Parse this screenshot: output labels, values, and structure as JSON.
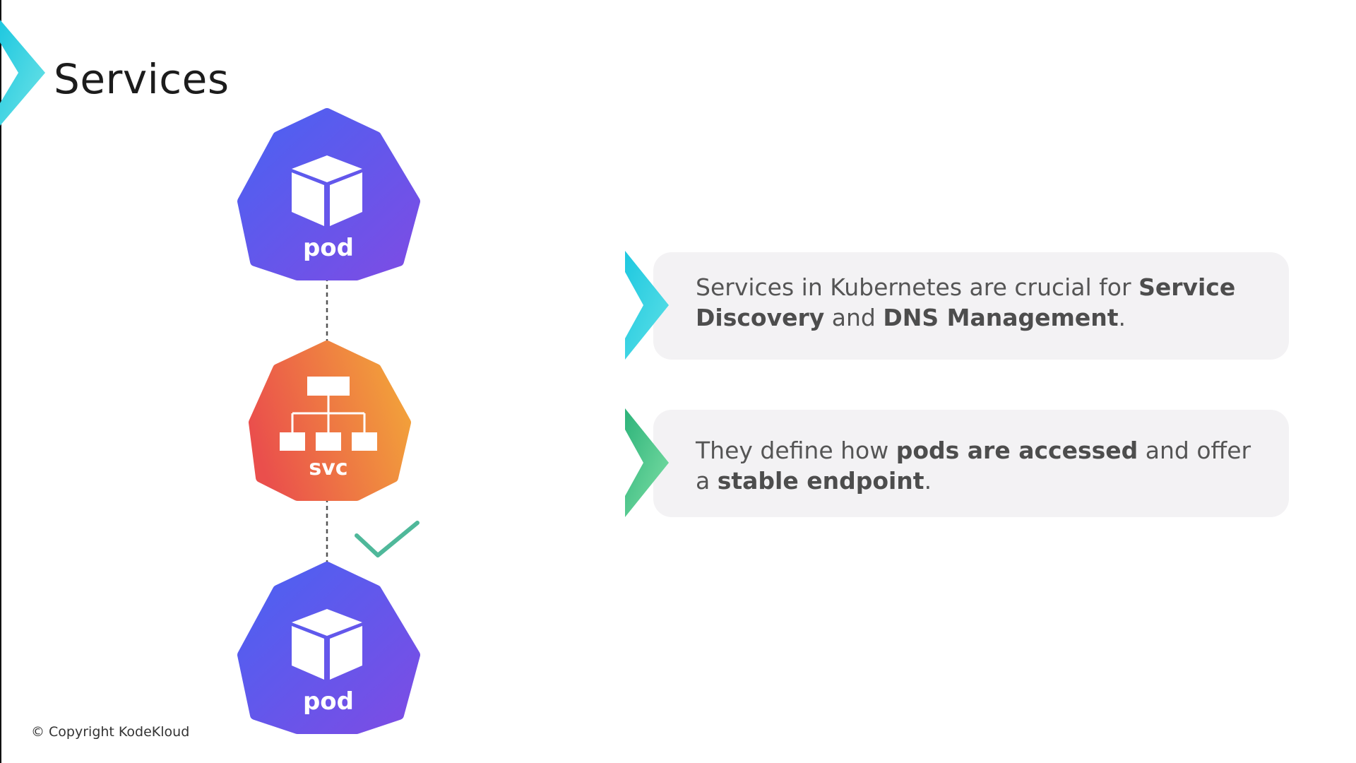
{
  "slide": {
    "title": "Services"
  },
  "diagram": {
    "nodes": [
      {
        "id": "pod-top",
        "label": "pod",
        "kind": "pod",
        "icon": "cube-icon"
      },
      {
        "id": "svc",
        "label": "svc",
        "kind": "service",
        "icon": "hierarchy-icon"
      },
      {
        "id": "pod-bottom",
        "label": "pod",
        "kind": "pod",
        "icon": "cube-icon"
      }
    ],
    "edges": [
      {
        "from": "pod-top",
        "to": "svc",
        "style": "dashed"
      },
      {
        "from": "svc",
        "to": "pod-bottom",
        "style": "dashed",
        "status": "checkmark-icon"
      }
    ],
    "colors": {
      "pod_gradient": [
        "#4f5ff0",
        "#7a4fe6"
      ],
      "svc_gradient": [
        "#ec5a4a",
        "#f09a3a"
      ],
      "check": "#4fb89a",
      "edge": "#555555"
    }
  },
  "bullets": [
    {
      "segments": [
        {
          "text": "Services in Kubernetes are crucial for ",
          "bold": false
        },
        {
          "text": "Service Discovery",
          "bold": true
        },
        {
          "text": " and ",
          "bold": false
        },
        {
          "text": "DNS Management",
          "bold": true
        },
        {
          "text": ".",
          "bold": false
        }
      ],
      "accent": [
        "#1ec8e0",
        "#5de0e6"
      ]
    },
    {
      "segments": [
        {
          "text": "They define how ",
          "bold": false
        },
        {
          "text": "pods are accessed",
          "bold": true
        },
        {
          "text": " and offer a ",
          "bold": false
        },
        {
          "text": "stable endpoint",
          "bold": true
        },
        {
          "text": ".",
          "bold": false
        }
      ],
      "accent": [
        "#2db37a",
        "#7fe0a6"
      ]
    }
  ],
  "footer": {
    "copyright": "© Copyright KodeKloud"
  }
}
